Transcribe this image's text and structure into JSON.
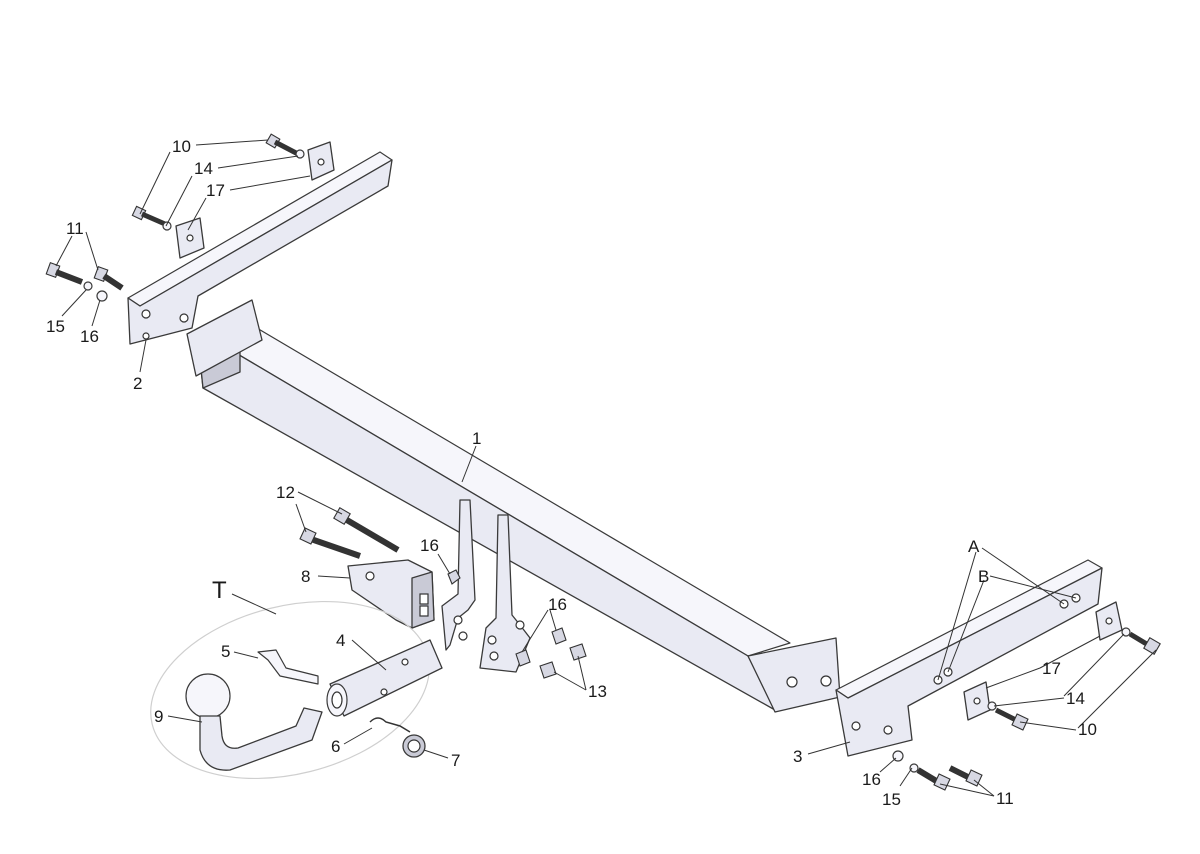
{
  "labels": {
    "l1": "1",
    "l2": "2",
    "l3": "3",
    "l4": "4",
    "l5": "5",
    "l6": "6",
    "l7": "7",
    "l8": "8",
    "l9": "9",
    "l10a": "10",
    "l10b": "10",
    "l11a": "11",
    "l11b": "11",
    "l12": "12",
    "l13": "13",
    "l14a": "14",
    "l14b": "14",
    "l15a": "15",
    "l15b": "15",
    "l16a": "16",
    "l16b": "16",
    "l16c": "16",
    "l16d": "16",
    "l17a": "17",
    "l17b": "17",
    "lA": "A",
    "lB": "B",
    "lT": "T"
  }
}
